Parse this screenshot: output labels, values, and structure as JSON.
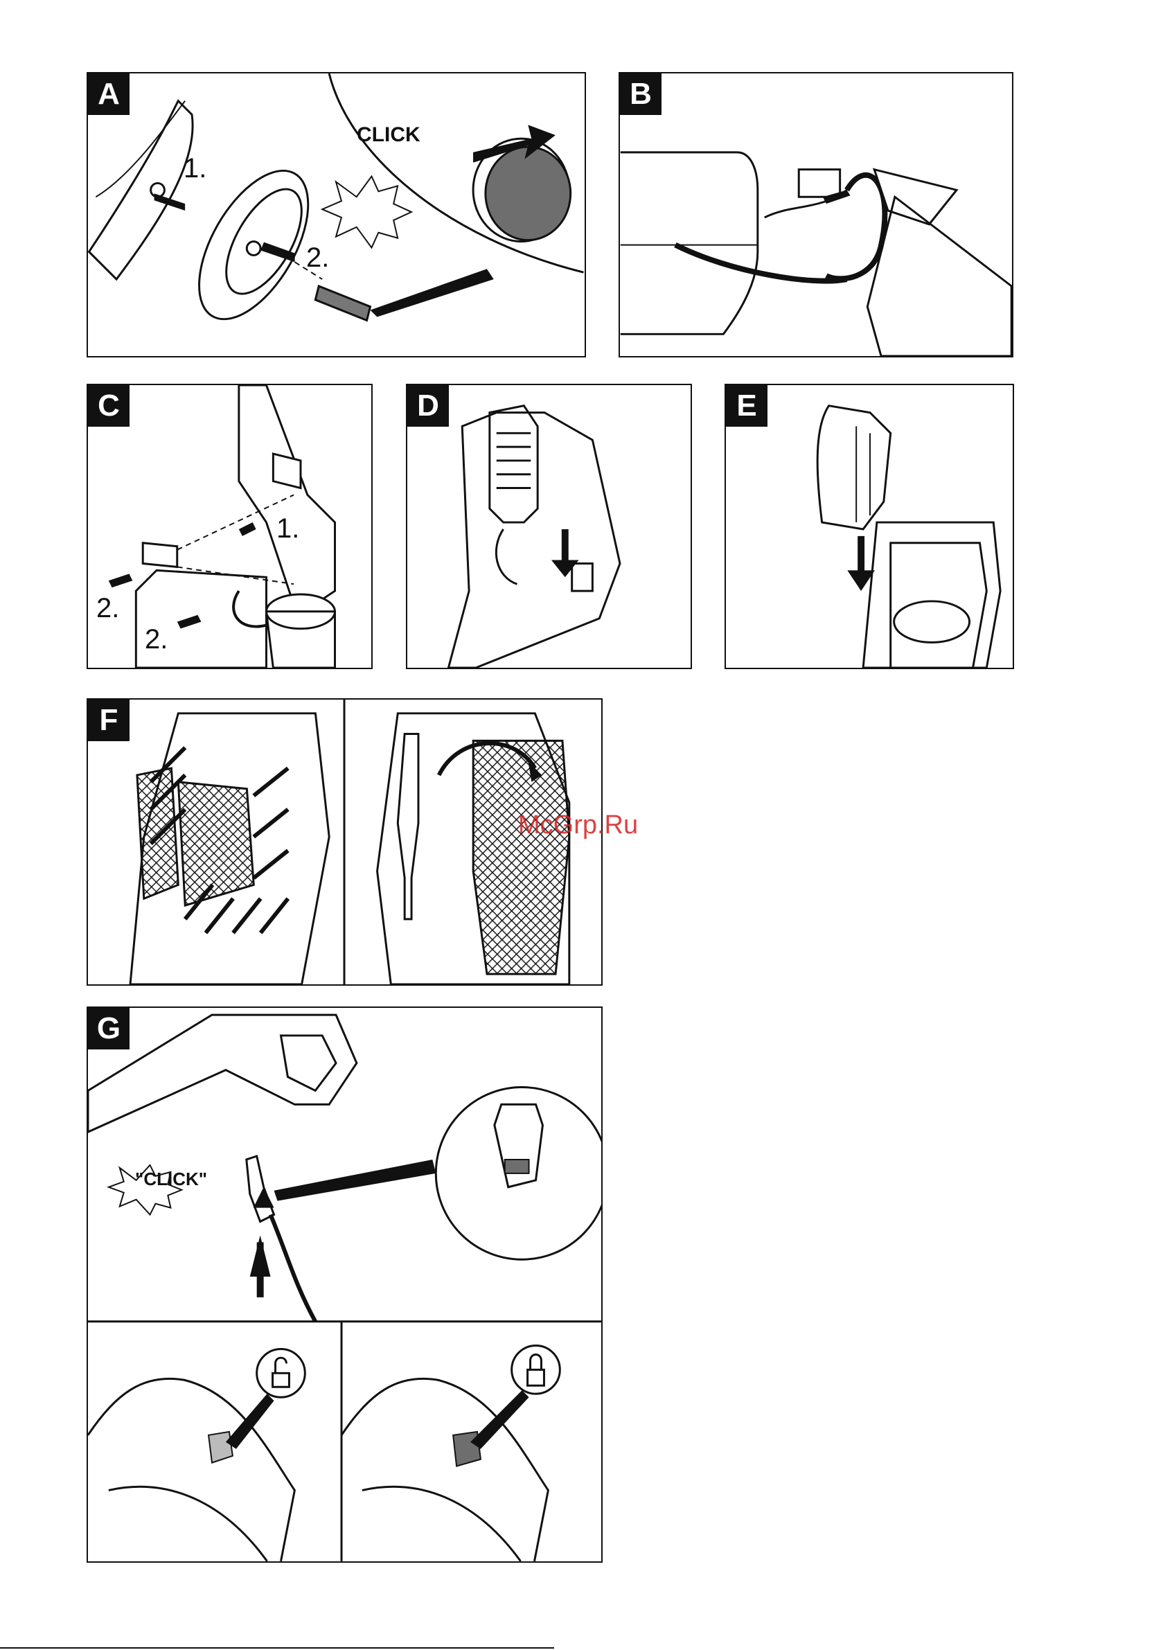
{
  "panels": {
    "A": {
      "label": "A",
      "step1": "1.",
      "step2": "2.",
      "click": "CLICK"
    },
    "B": {
      "label": "B"
    },
    "C": {
      "label": "C",
      "step1": "1.",
      "step2a": "2.",
      "step2b": "2."
    },
    "D": {
      "label": "D"
    },
    "E": {
      "label": "E"
    },
    "F": {
      "label": "F"
    },
    "G": {
      "label": "G",
      "click": "\"CLICK\""
    }
  },
  "watermark": "McGrp.Ru",
  "colors": {
    "line": "#111111",
    "fill_dark": "#6e6e6e",
    "watermark": "#d62222"
  }
}
